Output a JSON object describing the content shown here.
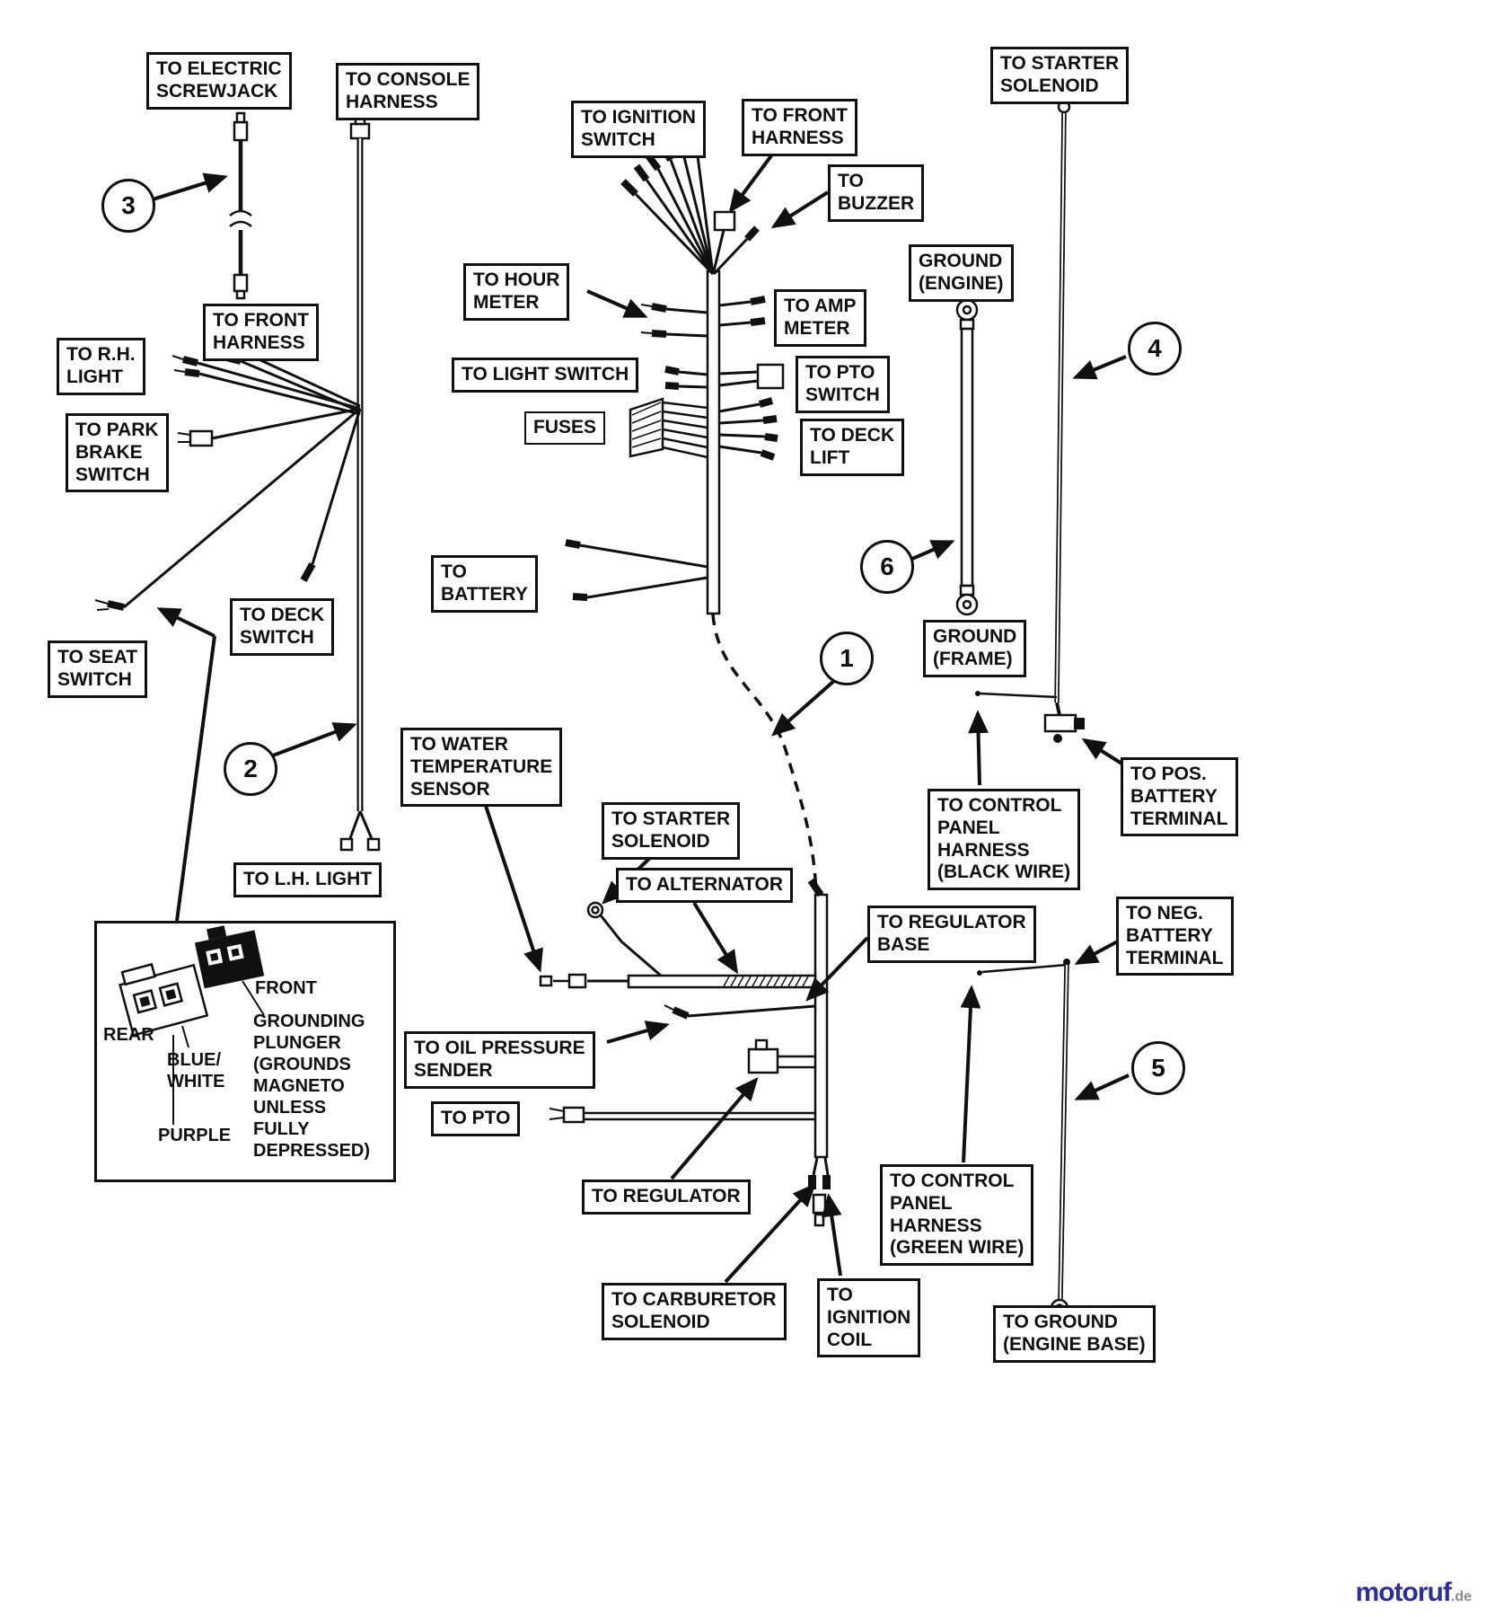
{
  "diagram": {
    "labels": {
      "electric_screwjack": "TO ELECTRIC\nSCREWJACK",
      "console_harness": "TO CONSOLE\nHARNESS",
      "ignition_switch": "TO IGNITION\nSWITCH",
      "front_harness_top": "TO FRONT\nHARNESS",
      "starter_solenoid_top": "TO STARTER\nSOLENOID",
      "buzzer": "TO\nBUZZER",
      "hour_meter": "TO HOUR\nMETER",
      "amp_meter": "TO AMP\nMETER",
      "ground_engine": "GROUND\n(ENGINE)",
      "light_switch": "TO LIGHT SWITCH",
      "pto_switch": "TO PTO\nSWITCH",
      "fuses": "FUSES",
      "deck_lift": "TO DECK\nLIFT",
      "front_harness_left": "TO FRONT\nHARNESS",
      "rh_light": "TO R.H.\nLIGHT",
      "park_brake_switch": "TO PARK\nBRAKE\nSWITCH",
      "battery": "TO\nBATTERY",
      "deck_switch": "TO DECK\nSWITCH",
      "seat_switch": "TO SEAT\nSWITCH",
      "ground_frame": "GROUND\n(FRAME)",
      "water_temp_sensor": "TO WATER\nTEMPERATURE\nSENSOR",
      "starter_solenoid_mid": "TO STARTER\nSOLENOID",
      "alternator": "TO ALTERNATOR",
      "regulator_base": "TO REGULATOR\nBASE",
      "neg_battery_terminal": "TO NEG.\nBATTERY\nTERMINAL",
      "control_panel_black": "TO CONTROL\nPANEL\nHARNESS\n(BLACK WIRE)",
      "pos_battery_terminal": "TO POS.\nBATTERY\nTERMINAL",
      "lh_light": "TO L.H. LIGHT",
      "oil_pressure_sender": "TO OIL PRESSURE\nSENDER",
      "pto": "TO PTO",
      "regulator": "TO REGULATOR",
      "control_panel_green": "TO CONTROL\nPANEL\nHARNESS\n(GREEN WIRE)",
      "carburetor_solenoid": "TO CARBURETOR\nSOLENOID",
      "ignition_coil": "TO\nIGNITION\nCOIL",
      "ground_engine_base": "TO GROUND\n(ENGINE BASE)"
    },
    "callouts": {
      "c1": "1",
      "c2": "2",
      "c3": "3",
      "c4": "4",
      "c5": "5",
      "c6": "6"
    },
    "inset": {
      "rear": "REAR",
      "front": "FRONT",
      "blue_white": "BLUE/\nWHITE",
      "purple": "PURPLE",
      "grounding_plunger": "GROUNDING\nPLUNGER\n(GROUNDS\nMAGNETO\nUNLESS\nFULLY\nDEPRESSED)"
    },
    "watermark": {
      "brand": "motoruf",
      "tld": ".de"
    },
    "colors": {
      "line": "#101010",
      "background": "#ffffff",
      "watermark_brand": "#2e3192",
      "watermark_tld": "#8a8a8a"
    }
  }
}
